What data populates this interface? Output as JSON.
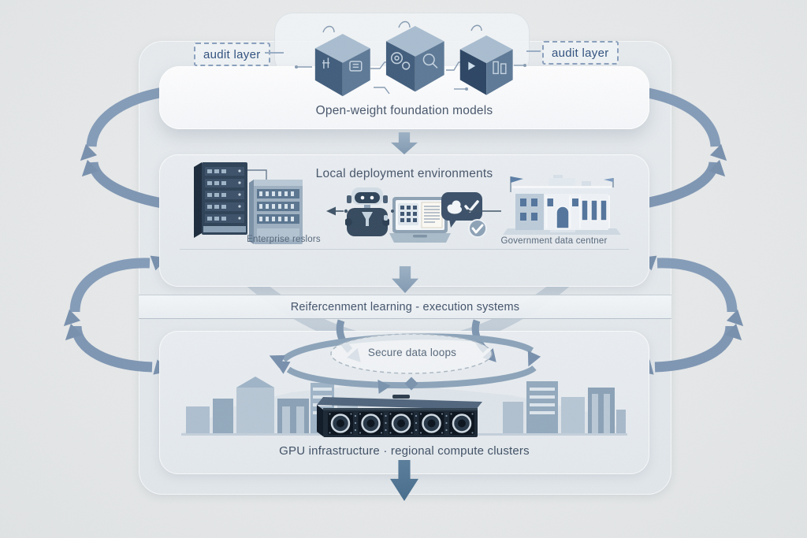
{
  "audit": {
    "left_label": "audit layer",
    "right_label": "audit layer"
  },
  "top_section": {
    "title": "Open-weight foundation models"
  },
  "middle_section": {
    "title": "Local deployment environments",
    "enterprise_label": "Enterprise reslors",
    "government_label": "Government data centner"
  },
  "rl_band": {
    "label": "Reifercenment learning - execution systems"
  },
  "secure_loops": {
    "label": "Secure data loops"
  },
  "bottom_section": {
    "title": "GPU infrastructure · regional compute clusters"
  },
  "icons": {
    "cubes": "circuit-cube-icon",
    "servers": "server-rack-icon",
    "robot": "robot-agent-icon",
    "laptop": "laptop-icon",
    "approval": "cloud-approval-icon",
    "badge": "check-badge-icon",
    "building": "government-building-icon",
    "skyline": "city-skyline-icon",
    "gpu": "gpu-rack-icon",
    "cycle": "feedback-cycle-arrow",
    "down": "flow-arrow-down",
    "loop": "secure-loop-ellipse"
  },
  "colors": {
    "background": "#e7e9ea",
    "panel": "#e6eaee",
    "card_white": "#fbfcfd",
    "arrow": "#849cb8",
    "arrow_dark": "#4e7492",
    "audit_text": "#30507e",
    "title_text": "#47566b",
    "cube_blue": "#4c6a8c",
    "rack_navy": "#2e4257",
    "gpu_dark": "#1b2734"
  }
}
